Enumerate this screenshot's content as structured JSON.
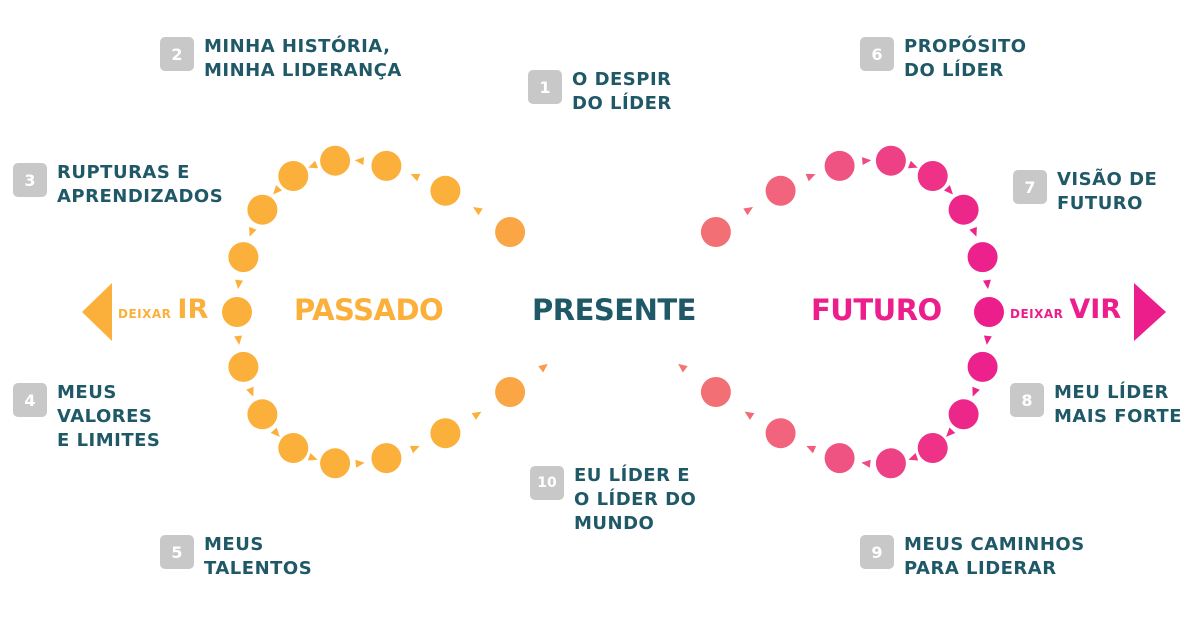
{
  "colors": {
    "past": "#fbb03b",
    "present": "#1f5866",
    "future": "#ec1e8c",
    "middle": "#f5826a",
    "badge": "#c8c8c8"
  },
  "steps": [
    {
      "num": "1",
      "label": "O DESPIR\nDO LÍDER"
    },
    {
      "num": "2",
      "label": "MINHA HISTÓRIA,\nMINHA LIDERANÇA"
    },
    {
      "num": "3",
      "label": "RUPTURAS E\nAPRENDIZADOS"
    },
    {
      "num": "4",
      "label": "MEUS\nVALORES\nE LIMITES"
    },
    {
      "num": "5",
      "label": "MEUS\nTALENTOS"
    },
    {
      "num": "6",
      "label": "PROPÓSITO\nDO LÍDER"
    },
    {
      "num": "7",
      "label": "VISÃO DE\nFUTURO"
    },
    {
      "num": "8",
      "label": "MEU LÍDER\nMAIS FORTE"
    },
    {
      "num": "9",
      "label": "MEUS CAMINHOS\nPARA LIDERAR"
    },
    {
      "num": "10",
      "label": "EU LÍDER E\nO LÍDER DO\nMUNDO"
    }
  ],
  "zones": {
    "past": "PASSADO",
    "present": "PRESENTE",
    "future": "FUTURO"
  },
  "directions": {
    "left_small": "DEIXAR",
    "left_big": "IR",
    "right_small": "DEIXAR",
    "right_big": "VIR"
  }
}
